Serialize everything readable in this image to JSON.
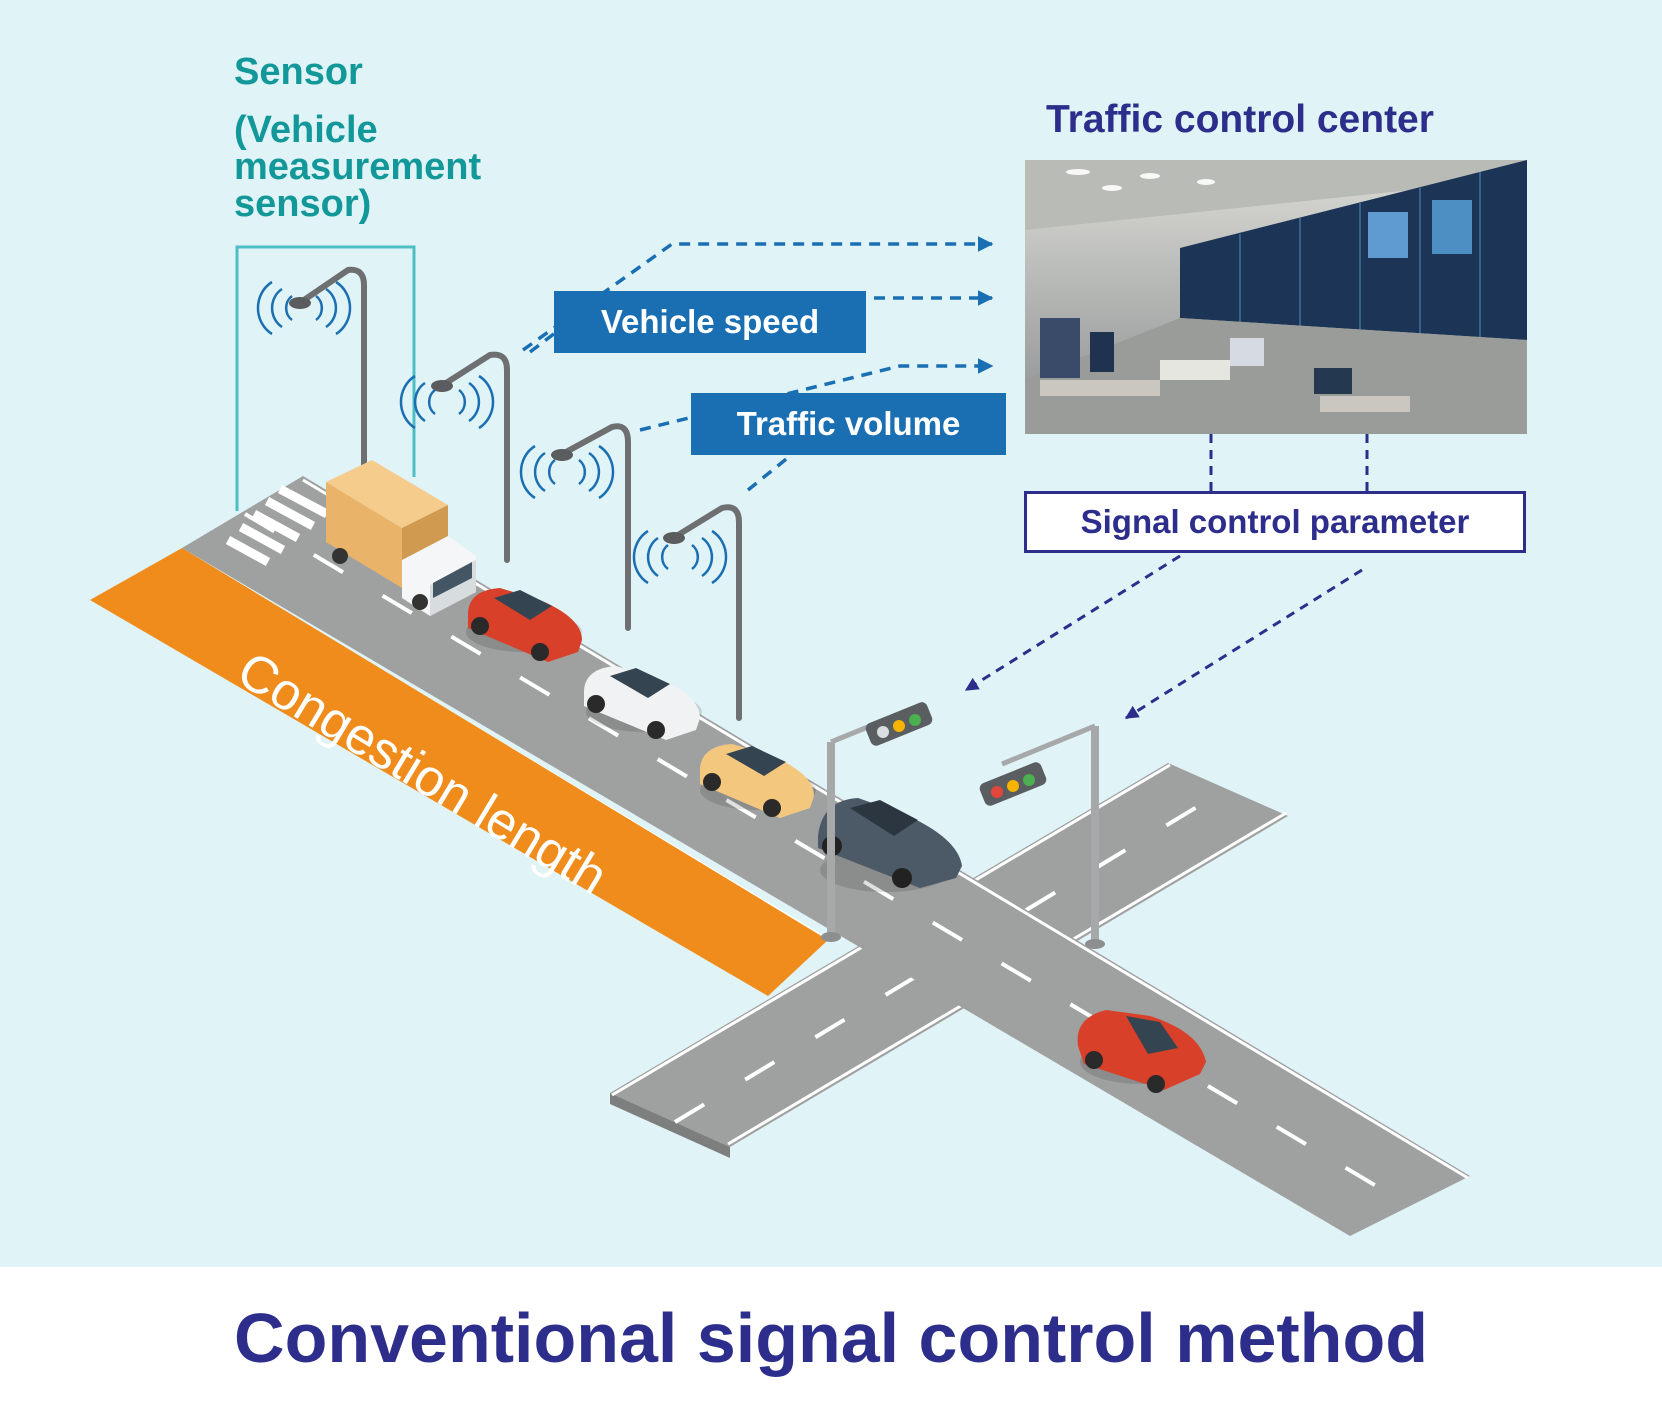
{
  "sensor": {
    "title": "Sensor",
    "subtitle": "(Vehicle measurement sensor)"
  },
  "traffic_control_center": {
    "title": "Traffic control center"
  },
  "data_labels": {
    "vehicle_speed": "Vehicle speed",
    "traffic_volume": "Traffic volume",
    "signal_control_parameter": "Signal control parameter"
  },
  "road": {
    "congestion_label": "Congestion length"
  },
  "footer": {
    "title": "Conventional signal control method"
  },
  "colors": {
    "background": "#e0f3f7",
    "sensor_text": "#13989a",
    "navy": "#2d2e8c",
    "label_blue": "#1a6fb3",
    "congestion_orange": "#f08c1c",
    "road_gray": "#9fa0a0"
  },
  "icons": [
    "wireless-signal-icon",
    "street-lamp-icon",
    "traffic-light-icon",
    "truck-icon",
    "car-icon"
  ]
}
